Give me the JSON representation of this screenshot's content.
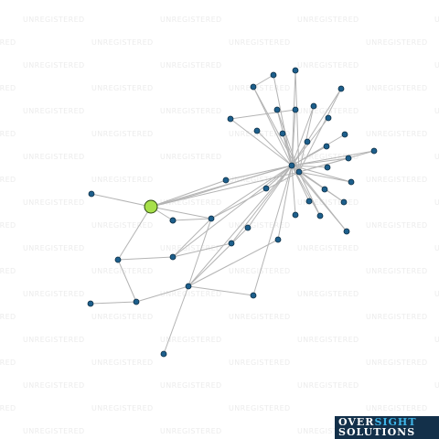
{
  "watermark": {
    "text": "UNREGISTERED"
  },
  "logo": {
    "word1": "OVER",
    "word2": "SIGHT",
    "word3": "SOLUTIONS",
    "accent_color": "#3fb6e9",
    "background": "#13304a"
  },
  "graph": {
    "colors": {
      "node": "#1d5f8c",
      "highlight": "#a7e04a",
      "edge": "#b4b4b4"
    },
    "highlight_node": "main",
    "nodes": [
      "main",
      "left1",
      "mid1",
      "mid2",
      "small1",
      "hub1",
      "hub2",
      "l2",
      "l3",
      "b1",
      "b2",
      "b3",
      "m1",
      "m2",
      "m3",
      "m4",
      "m5",
      "m6",
      "m7",
      "r1",
      "r2",
      "r3",
      "r4",
      "r5",
      "r6",
      "r7",
      "r8",
      "r9",
      "r10",
      "r11",
      "r12",
      "r13",
      "r14",
      "r15",
      "r16",
      "r17",
      "r18",
      "r19",
      "r20",
      "r21",
      "r22",
      "r23",
      "r24"
    ],
    "edges": [
      [
        "left1",
        "main"
      ],
      [
        "main",
        "l3"
      ],
      [
        "main",
        "mid1"
      ],
      [
        "main",
        "small1"
      ],
      [
        "main",
        "hub1"
      ],
      [
        "main",
        "hub2"
      ],
      [
        "main",
        "m1"
      ],
      [
        "small1",
        "mid1"
      ],
      [
        "mid1",
        "hub1"
      ],
      [
        "mid1",
        "hub2"
      ],
      [
        "mid1",
        "l2"
      ],
      [
        "mid1",
        "m3"
      ],
      [
        "l3",
        "l2"
      ],
      [
        "l3",
        "b2"
      ],
      [
        "b2",
        "b3"
      ],
      [
        "b2",
        "m3"
      ],
      [
        "l2",
        "m4"
      ],
      [
        "l2",
        "hub1"
      ],
      [
        "b1",
        "m3"
      ],
      [
        "m3",
        "hub1"
      ],
      [
        "m3",
        "m2"
      ],
      [
        "m3",
        "m5"
      ],
      [
        "m3",
        "m6"
      ],
      [
        "m4",
        "hub1"
      ],
      [
        "m6",
        "hub1"
      ],
      [
        "m7",
        "hub1"
      ],
      [
        "m2",
        "hub1"
      ],
      [
        "m5",
        "hub1"
      ],
      [
        "m1",
        "hub1"
      ],
      [
        "hub1",
        "hub2"
      ],
      [
        "hub1",
        "r1"
      ],
      [
        "hub1",
        "r2"
      ],
      [
        "hub1",
        "r3"
      ],
      [
        "hub1",
        "r4"
      ],
      [
        "hub1",
        "r5"
      ],
      [
        "hub1",
        "r6"
      ],
      [
        "hub1",
        "r7"
      ],
      [
        "hub1",
        "r8"
      ],
      [
        "hub1",
        "r9"
      ],
      [
        "hub1",
        "r10"
      ],
      [
        "hub1",
        "r11"
      ],
      [
        "hub1",
        "r12"
      ],
      [
        "hub1",
        "r13"
      ],
      [
        "hub1",
        "r14"
      ],
      [
        "hub1",
        "r15"
      ],
      [
        "hub1",
        "r16"
      ],
      [
        "hub1",
        "r17"
      ],
      [
        "hub1",
        "r18"
      ],
      [
        "hub1",
        "r19"
      ],
      [
        "hub1",
        "r20"
      ],
      [
        "hub1",
        "r21"
      ],
      [
        "hub1",
        "r22"
      ],
      [
        "hub1",
        "r23"
      ],
      [
        "hub1",
        "r24"
      ],
      [
        "hub2",
        "r1"
      ],
      [
        "hub2",
        "r3"
      ],
      [
        "hub2",
        "r5"
      ],
      [
        "hub2",
        "r7"
      ],
      [
        "hub2",
        "r9"
      ],
      [
        "hub2",
        "r12"
      ],
      [
        "hub2",
        "r15"
      ],
      [
        "hub2",
        "r16"
      ],
      [
        "hub2",
        "r18"
      ],
      [
        "hub2",
        "r20"
      ],
      [
        "hub2",
        "r22"
      ],
      [
        "hub2",
        "r24"
      ],
      [
        "r1",
        "r2"
      ],
      [
        "r4",
        "r6"
      ]
    ]
  }
}
